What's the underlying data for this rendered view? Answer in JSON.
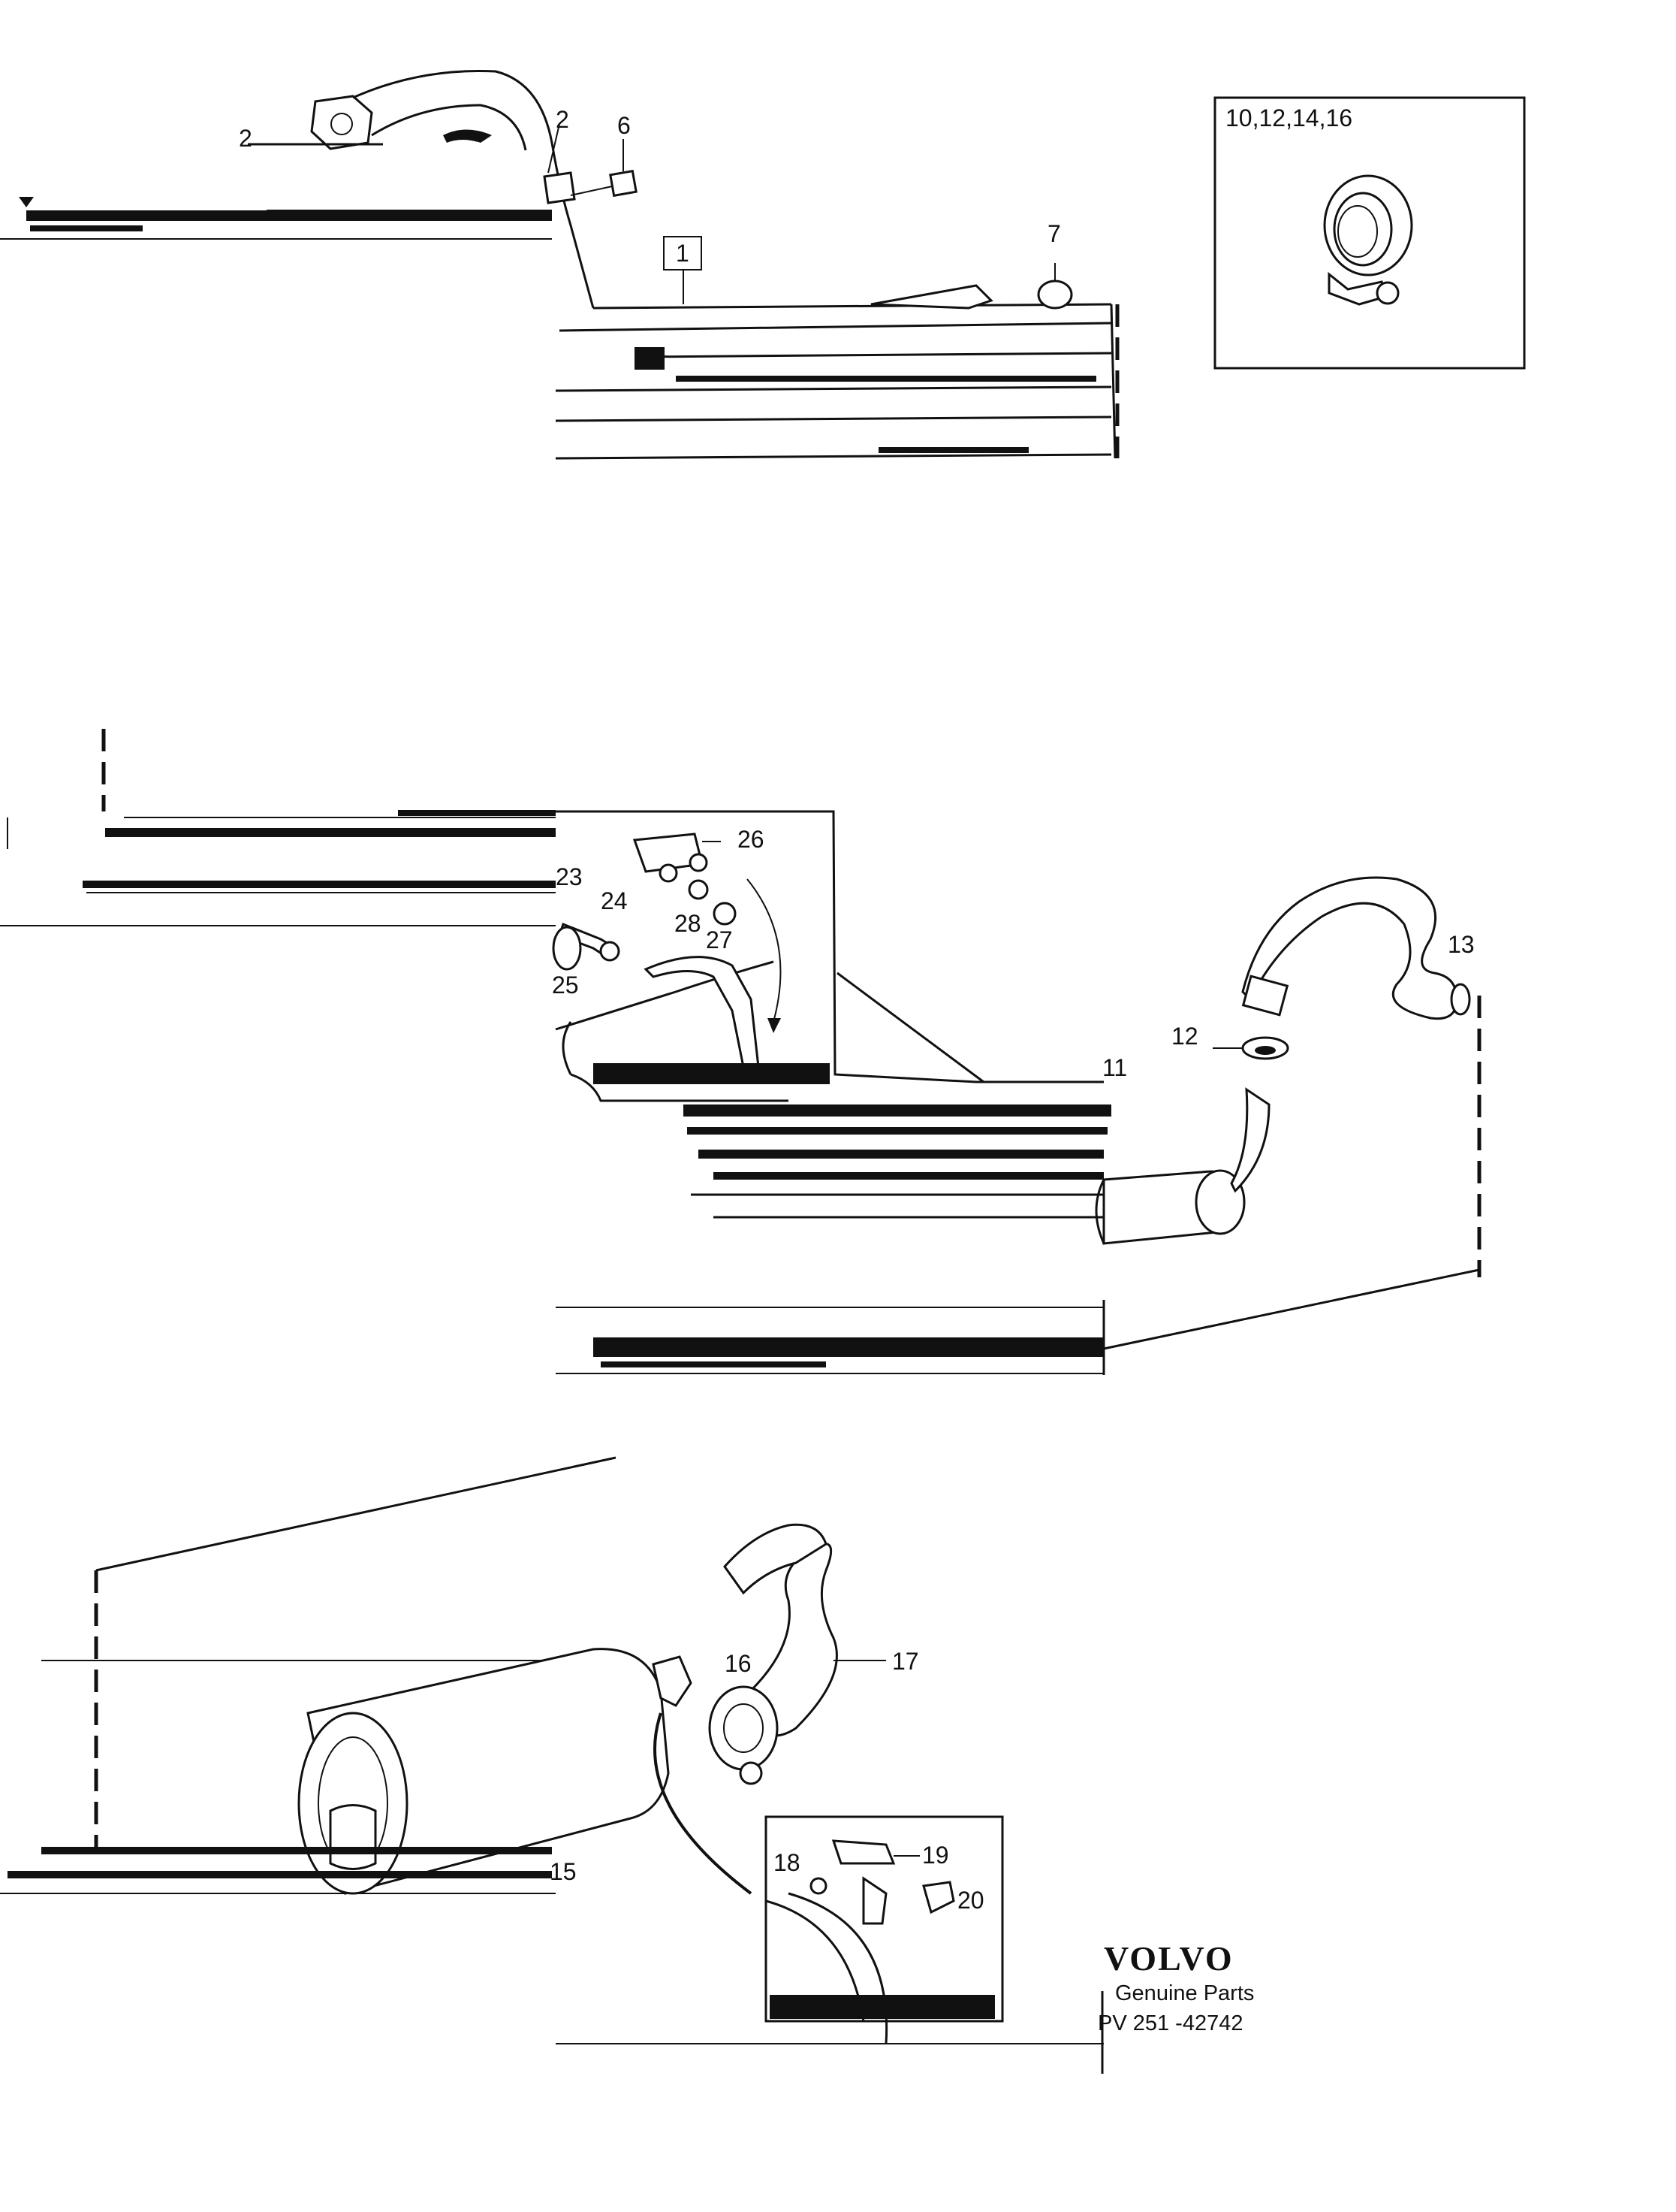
{
  "callouts": {
    "c1": "1",
    "c2a": "2",
    "c2b": "2",
    "c6": "6",
    "c7": "7",
    "inset_top": "10,12,14,16",
    "c11": "11",
    "c12": "12",
    "c13": "13",
    "c23": "23",
    "c24": "24",
    "c25": "25",
    "c26": "26",
    "c27": "27",
    "c28": "28",
    "c15": "15",
    "c16": "16",
    "c17": "17",
    "c18": "18",
    "c19": "19",
    "c20": "20"
  },
  "brand": {
    "logo": "VOLVO",
    "tagline": "Genuine Parts",
    "code": "PV 251 -42742"
  },
  "icons": [
    "exhaust-pipe-icon",
    "muffler-icon",
    "clamp-icon",
    "bracket-icon",
    "rubber-hanger-icon"
  ]
}
